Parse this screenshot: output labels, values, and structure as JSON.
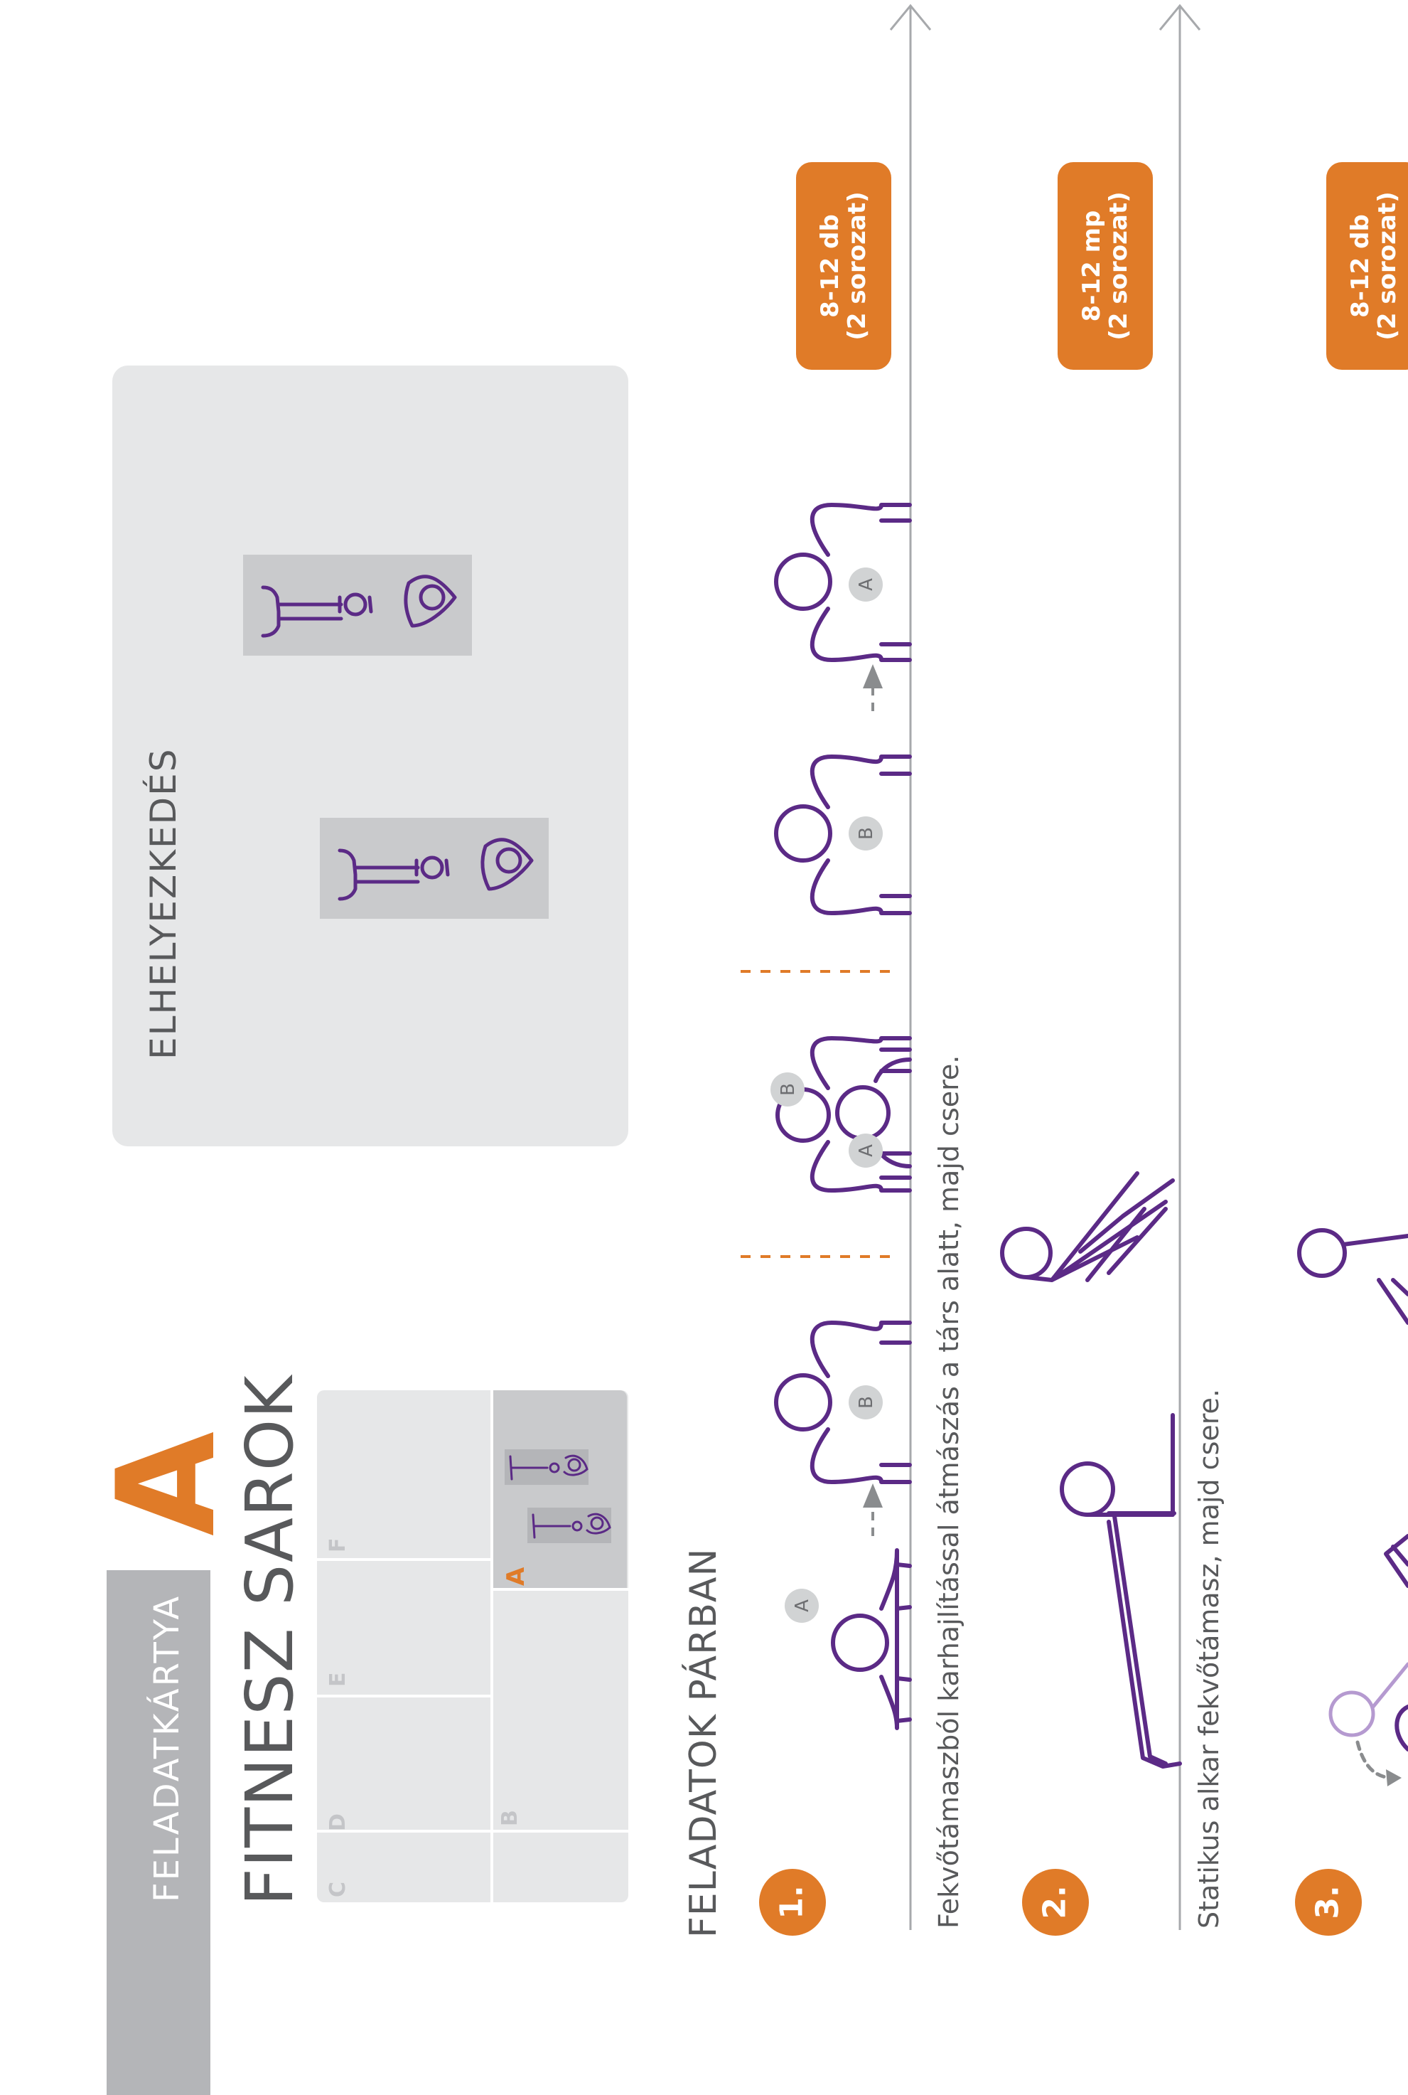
{
  "header": {
    "card_label": "FELADATKÁRTYA",
    "card_letter": "A",
    "title": "FITNESZ SAROK"
  },
  "room_map": {
    "zones": [
      "C",
      "D",
      "E",
      "F",
      "B",
      "A"
    ]
  },
  "placement": {
    "title": "ELHELYEZKEDÉS"
  },
  "section": {
    "title": "FELADATOK PÁRBAN"
  },
  "figure_labels": {
    "a": "A",
    "b": "B"
  },
  "exercises": [
    {
      "number": "1.",
      "description": "Fekvőtámaszból karhajlítással átmászás a társ alatt, majd csere.",
      "badge_line1": "8-12 db",
      "badge_line2": "(2 sorozat)"
    },
    {
      "number": "2.",
      "description": "Statikus alkar fekvőtámasz, majd csere.",
      "badge_line1": "8-12 mp",
      "badge_line2": "(2 sorozat)"
    },
    {
      "number": "3.",
      "description": "",
      "badge_line1": "8-12 db",
      "badge_line2": "(2 sorozat)"
    }
  ],
  "colors": {
    "accent": "#e07b28",
    "figure": "#5b2a86",
    "figure_light": "#b59ad0",
    "panel": "#e6e7e8",
    "text": "#58595b"
  }
}
